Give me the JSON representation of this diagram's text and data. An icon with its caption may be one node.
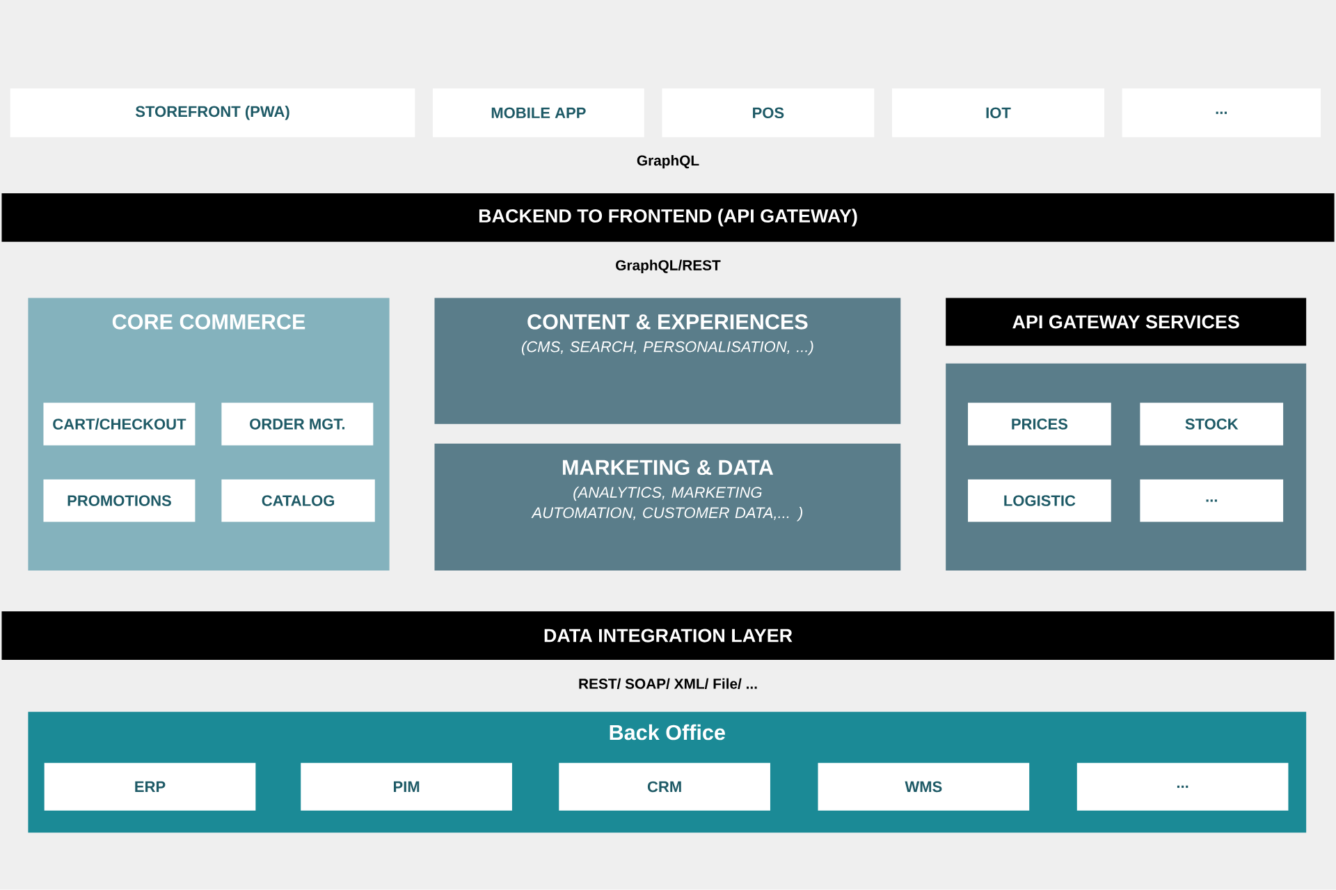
{
  "diagram": {
    "nodes": [
      {
        "text": [
          "STOREFRONT (PWA)"
        ]
      },
      {
        "text": [
          "MOBILE APP"
        ]
      },
      {
        "text": [
          "POS"
        ]
      },
      {
        "text": [
          "IOT"
        ]
      },
      {
        "text": [
          "..."
        ]
      },
      {
        "text": [
          "BACKEND TO FRONTEND (API GATEWAY)"
        ]
      },
      {
        "text": [
          "CORE COMMERCE"
        ]
      },
      {
        "text": [
          "CART/CHECKOUT"
        ],
        "in": 6
      },
      {
        "text": [
          "ORDER MGT."
        ],
        "in": 6
      },
      {
        "text": [
          "PROMOTIONS"
        ],
        "in": 6
      },
      {
        "text": [
          "CATALOG"
        ],
        "in": 6
      },
      {
        "text": [
          "CONTENT & EXPERIENCES",
          "(CMS, SEARCH, PERSONALISATION, ...)"
        ]
      },
      {
        "text": [
          "MARKETING & DATA",
          "(ANALYTICS,  MARKETING AUTOMATION, CUSTOMER DATA,... )"
        ]
      },
      {
        "text": [
          "API GATEWAY SERVICES"
        ]
      },
      {
        "text": [],
        "shape": "box"
      },
      {
        "text": [
          "PRICES"
        ],
        "in": 14
      },
      {
        "text": [
          "STOCK"
        ],
        "in": 14
      },
      {
        "text": [
          "LOGISTIC"
        ],
        "in": 14
      },
      {
        "text": [
          "..."
        ],
        "in": 14
      },
      {
        "text": [
          "DATA INTEGRATION LAYER"
        ]
      },
      {
        "text": [
          "Back Office"
        ]
      },
      {
        "text": [
          "ERP"
        ],
        "in": 20
      },
      {
        "text": [
          "PIM"
        ],
        "in": 20
      },
      {
        "text": [
          "CRM"
        ],
        "in": 20
      },
      {
        "text": [
          "WMS"
        ],
        "in": 20
      },
      {
        "text": [
          "..."
        ],
        "in": 20
      }
    ],
    "labels": [
      "GraphQL",
      "GraphQL/REST",
      "REST/ SOAP/  XML/  File/ ..."
    ]
  }
}
